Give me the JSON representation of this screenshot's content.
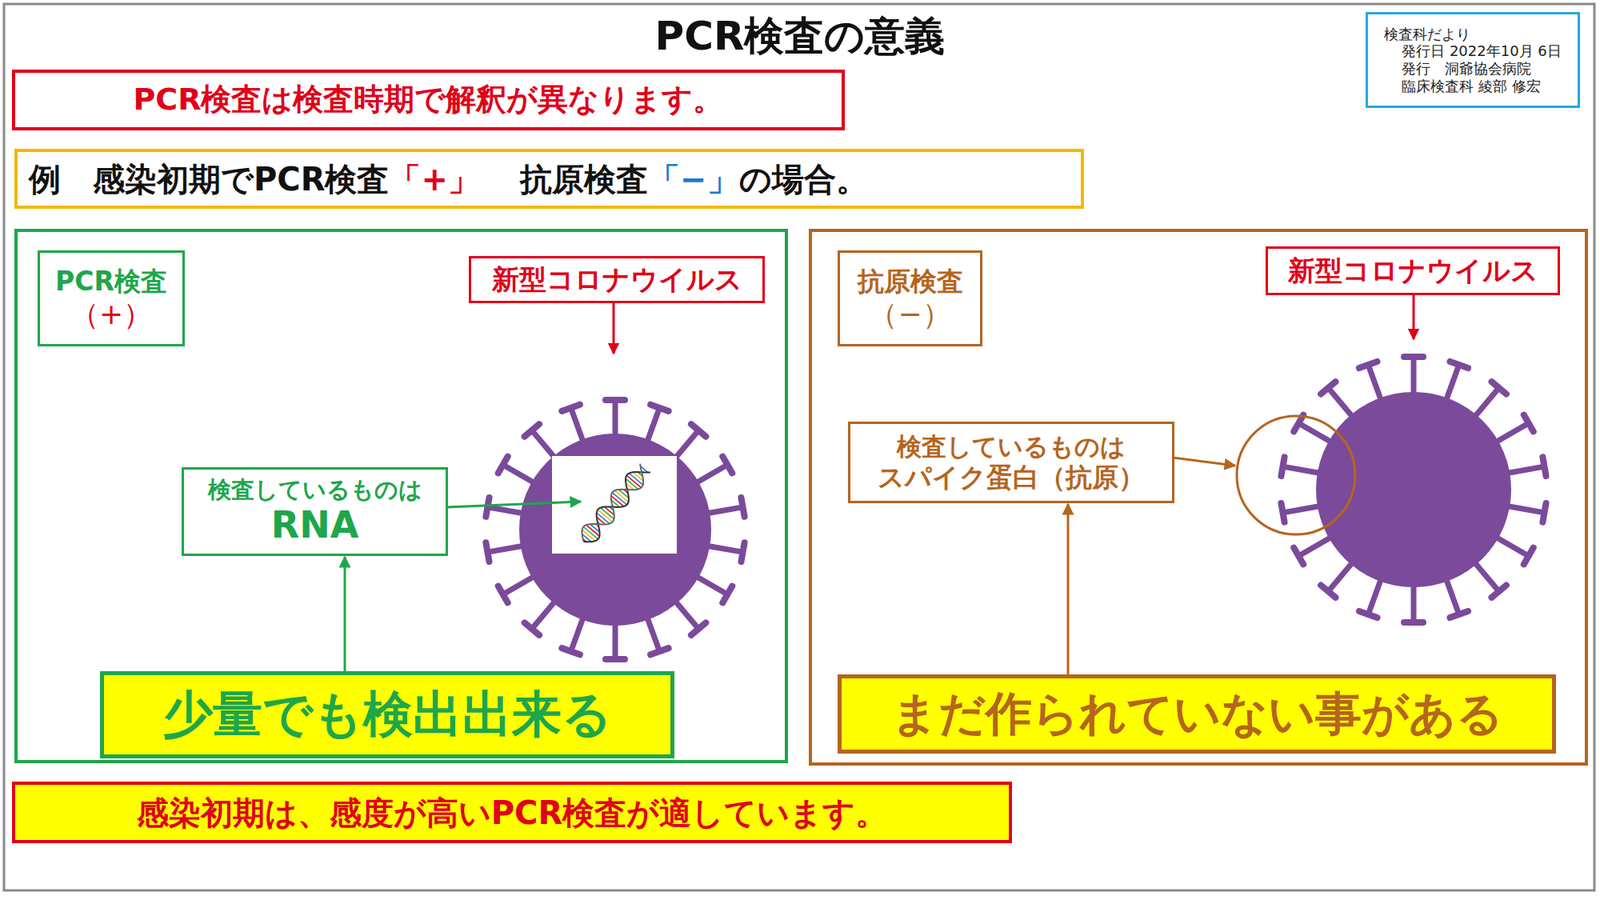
{
  "diagram": {
    "title": "PCR検査の意義",
    "nodes": [
      {
        "text": [
          "検査科だより",
          "発行日 2022年10月 6日",
          "発行　洞爺協会病院",
          "臨床検査科 綾部 修宏"
        ]
      },
      {
        "text": [
          "PCR検査は検査時期で解釈が異なります。"
        ]
      },
      {
        "text": [
          "例　感染初期でPCR検査",
          "「+」",
          "抗原検査",
          "「−」",
          "の場合。"
        ]
      },
      {
        "text": []
      },
      {
        "text": [
          "PCR検査",
          "（+）"
        ],
        "in": 3
      },
      {
        "text": [
          "新型コロナウイルス"
        ],
        "in": 3
      },
      {
        "text": [
          "検査しているものは",
          "RNA"
        ],
        "in": 3
      },
      {
        "text": [
          "少量でも検出出来る"
        ],
        "in": 3
      },
      {
        "text": []
      },
      {
        "text": [
          "抗原検査",
          "（−）"
        ],
        "in": 8
      },
      {
        "text": [
          "新型コロナウイルス"
        ],
        "in": 8
      },
      {
        "text": [
          "検査しているものは",
          "スパイク蛋白（抗原）"
        ],
        "in": 8
      },
      {
        "text": [
          "まだ作られていない事がある"
        ],
        "in": 8
      },
      {
        "text": [
          "感染初期は、感度が高いPCR検査が適しています。"
        ]
      }
    ],
    "edges": [
      {
        "from": 7,
        "to": 6,
        "arrow": "to"
      },
      {
        "from": 12,
        "to": 11,
        "arrow": "to"
      }
    ]
  }
}
